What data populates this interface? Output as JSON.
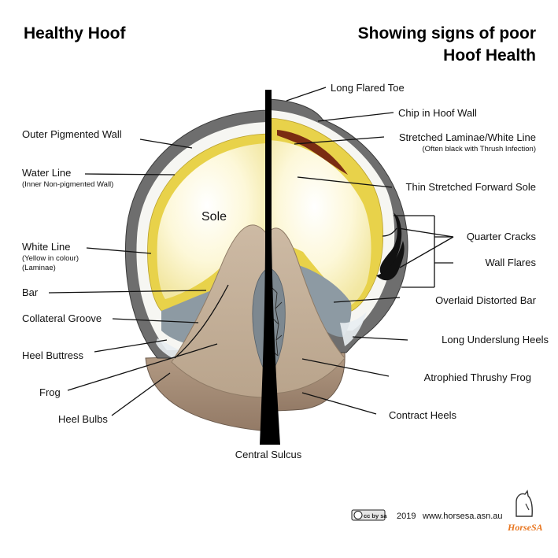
{
  "titles": {
    "left": "Healthy Hoof",
    "right_line1": "Showing signs of poor",
    "right_line2": "Hoof Health"
  },
  "sole_label": "Sole",
  "labels_left": {
    "outer_wall": "Outer Pigmented Wall",
    "water_line": "Water Line",
    "water_line_sub": "(Inner Non-pigmented Wall)",
    "white_line": "White Line",
    "white_line_sub1": "(Yellow in colour)",
    "white_line_sub2": "(Laminae)",
    "bar": "Bar",
    "collateral_groove": "Collateral Groove",
    "heel_buttress": "Heel Buttress",
    "frog": "Frog",
    "heel_bulbs": "Heel Bulbs"
  },
  "labels_right": {
    "long_flared_toe": "Long Flared Toe",
    "chip": "Chip in Hoof Wall",
    "stretched_laminae": "Stretched Laminae/White Line",
    "stretched_laminae_sub": "(Often black with Thrush Infection)",
    "thin_sole": "Thin Stretched Forward Sole",
    "quarter_cracks": "Quarter Cracks",
    "wall_flares": "Wall Flares",
    "overlaid_bar": "Overlaid Distorted Bar",
    "long_heels": "Long Underslung Heels",
    "atrophied_frog": "Atrophied Thrushy Frog",
    "contract_heels": "Contract Heels"
  },
  "central_sulcus": "Central Sulcus",
  "footer": {
    "license": "cc by sa",
    "year": "2019",
    "url": "www.horsesa.asn.au",
    "logo_text": "HorseSA"
  },
  "colors": {
    "outer_wall": "#6e6e6e",
    "water_line": "#f4f4f0",
    "white_line": "#e8d24a",
    "sole": "#fdf8d6",
    "frog": "#c2ad96",
    "bars_grey": "#8d9aa3",
    "heel_bulbs": "#a48c77",
    "divider": "#000000",
    "logo_orange": "#e87722"
  }
}
